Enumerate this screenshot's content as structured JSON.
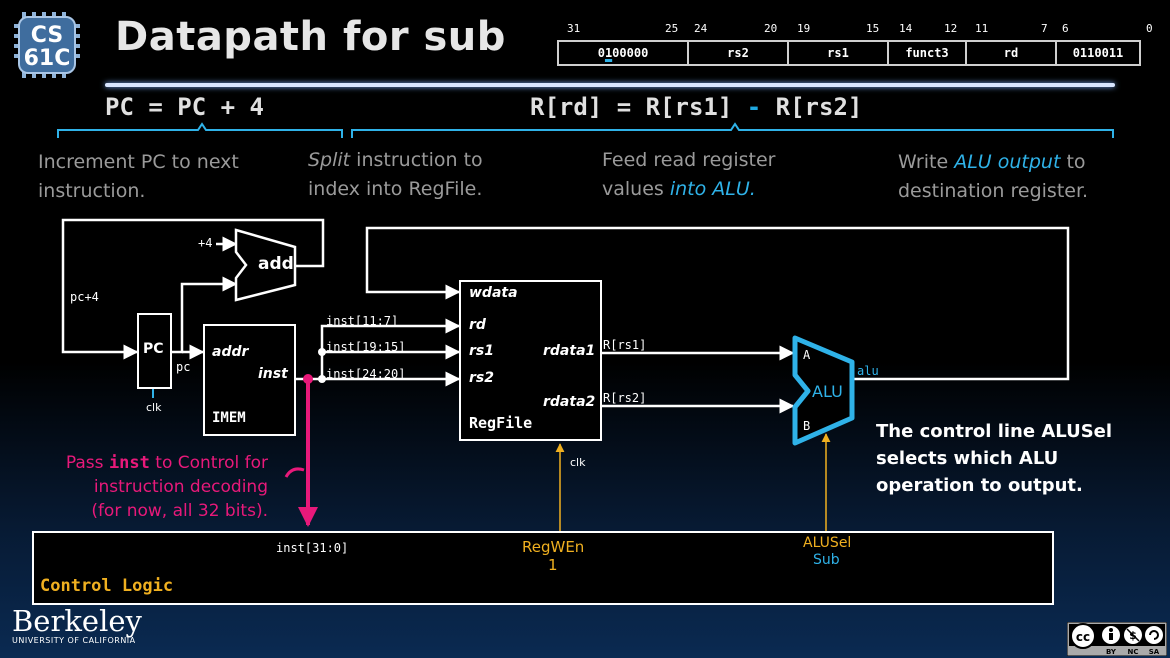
{
  "header": {
    "title": "Datapath for sub",
    "logo_line1": "CS",
    "logo_line2": "61C"
  },
  "format": {
    "bit_labels": [
      "31",
      "25",
      "24",
      "20",
      "19",
      "15",
      "14",
      "12",
      "11",
      "7",
      "6",
      "0"
    ],
    "fields": [
      {
        "pre": "0",
        "mark": "1",
        "post": "00000"
      },
      {
        "text": "rs2"
      },
      {
        "text": "rs1"
      },
      {
        "text": "funct3"
      },
      {
        "text": "rd"
      },
      {
        "text": "0110011"
      }
    ]
  },
  "equations": {
    "pc": "PC = PC + 4",
    "reg_left": "R[rd] = R[rs1]",
    "reg_op": " - ",
    "reg_right": "R[rs2]"
  },
  "descriptions": {
    "d1": "Increment PC to next instruction.",
    "d2_italic": "Split",
    "d2_rest": " instruction to index into RegFile.",
    "d3_pre": "Feed read register values ",
    "d3_hl": "into ALU.",
    "d4_pre": "Write ",
    "d4_hl": "ALU output",
    "d4_post": " to destination register."
  },
  "diagram": {
    "plus4": "+4",
    "add": "add",
    "pc4": "pc+4",
    "pc_box": "PC",
    "pc_wire": "pc",
    "clk": "clk",
    "addr": "addr",
    "inst": "inst",
    "imem": "IMEM",
    "inst_11_7": "inst[11:7]",
    "inst_19_15": "inst[19:15]",
    "inst_24_20": "inst[24:20]",
    "wdata": "wdata",
    "rd": "rd",
    "rs1": "rs1",
    "rs2": "rs2",
    "rdata1": "rdata1",
    "rdata2": "rdata2",
    "regfile": "RegFile",
    "r_rs1": "R[rs1]",
    "r_rs2": "R[rs2]",
    "alu_a": "A",
    "alu_b": "B",
    "alu": "ALU",
    "alu_out": "alu",
    "inst_31_0": "inst[31:0]",
    "regwen": "RegWEn",
    "regwen_val": "1",
    "alusel": "ALUSel",
    "alusel_val": "Sub",
    "control": "Control Logic"
  },
  "notes": {
    "pink_pre": "Pass ",
    "pink_code": "inst",
    "pink_post": " to Control for",
    "pink_l2": "instruction decoding",
    "pink_l3": "(for now, all 32 bits).",
    "control_note": "The control line ALUSel selects which ALU operation to output."
  },
  "footer": {
    "berkeley": "Berkeley",
    "university": "UNIVERSITY OF CALIFORNIA",
    "cc_labels": [
      "BY",
      "NC",
      "SA"
    ]
  },
  "colors": {
    "accent_blue": "#2fb2e8",
    "pink": "#e8197a",
    "yellow": "#f0b020"
  }
}
